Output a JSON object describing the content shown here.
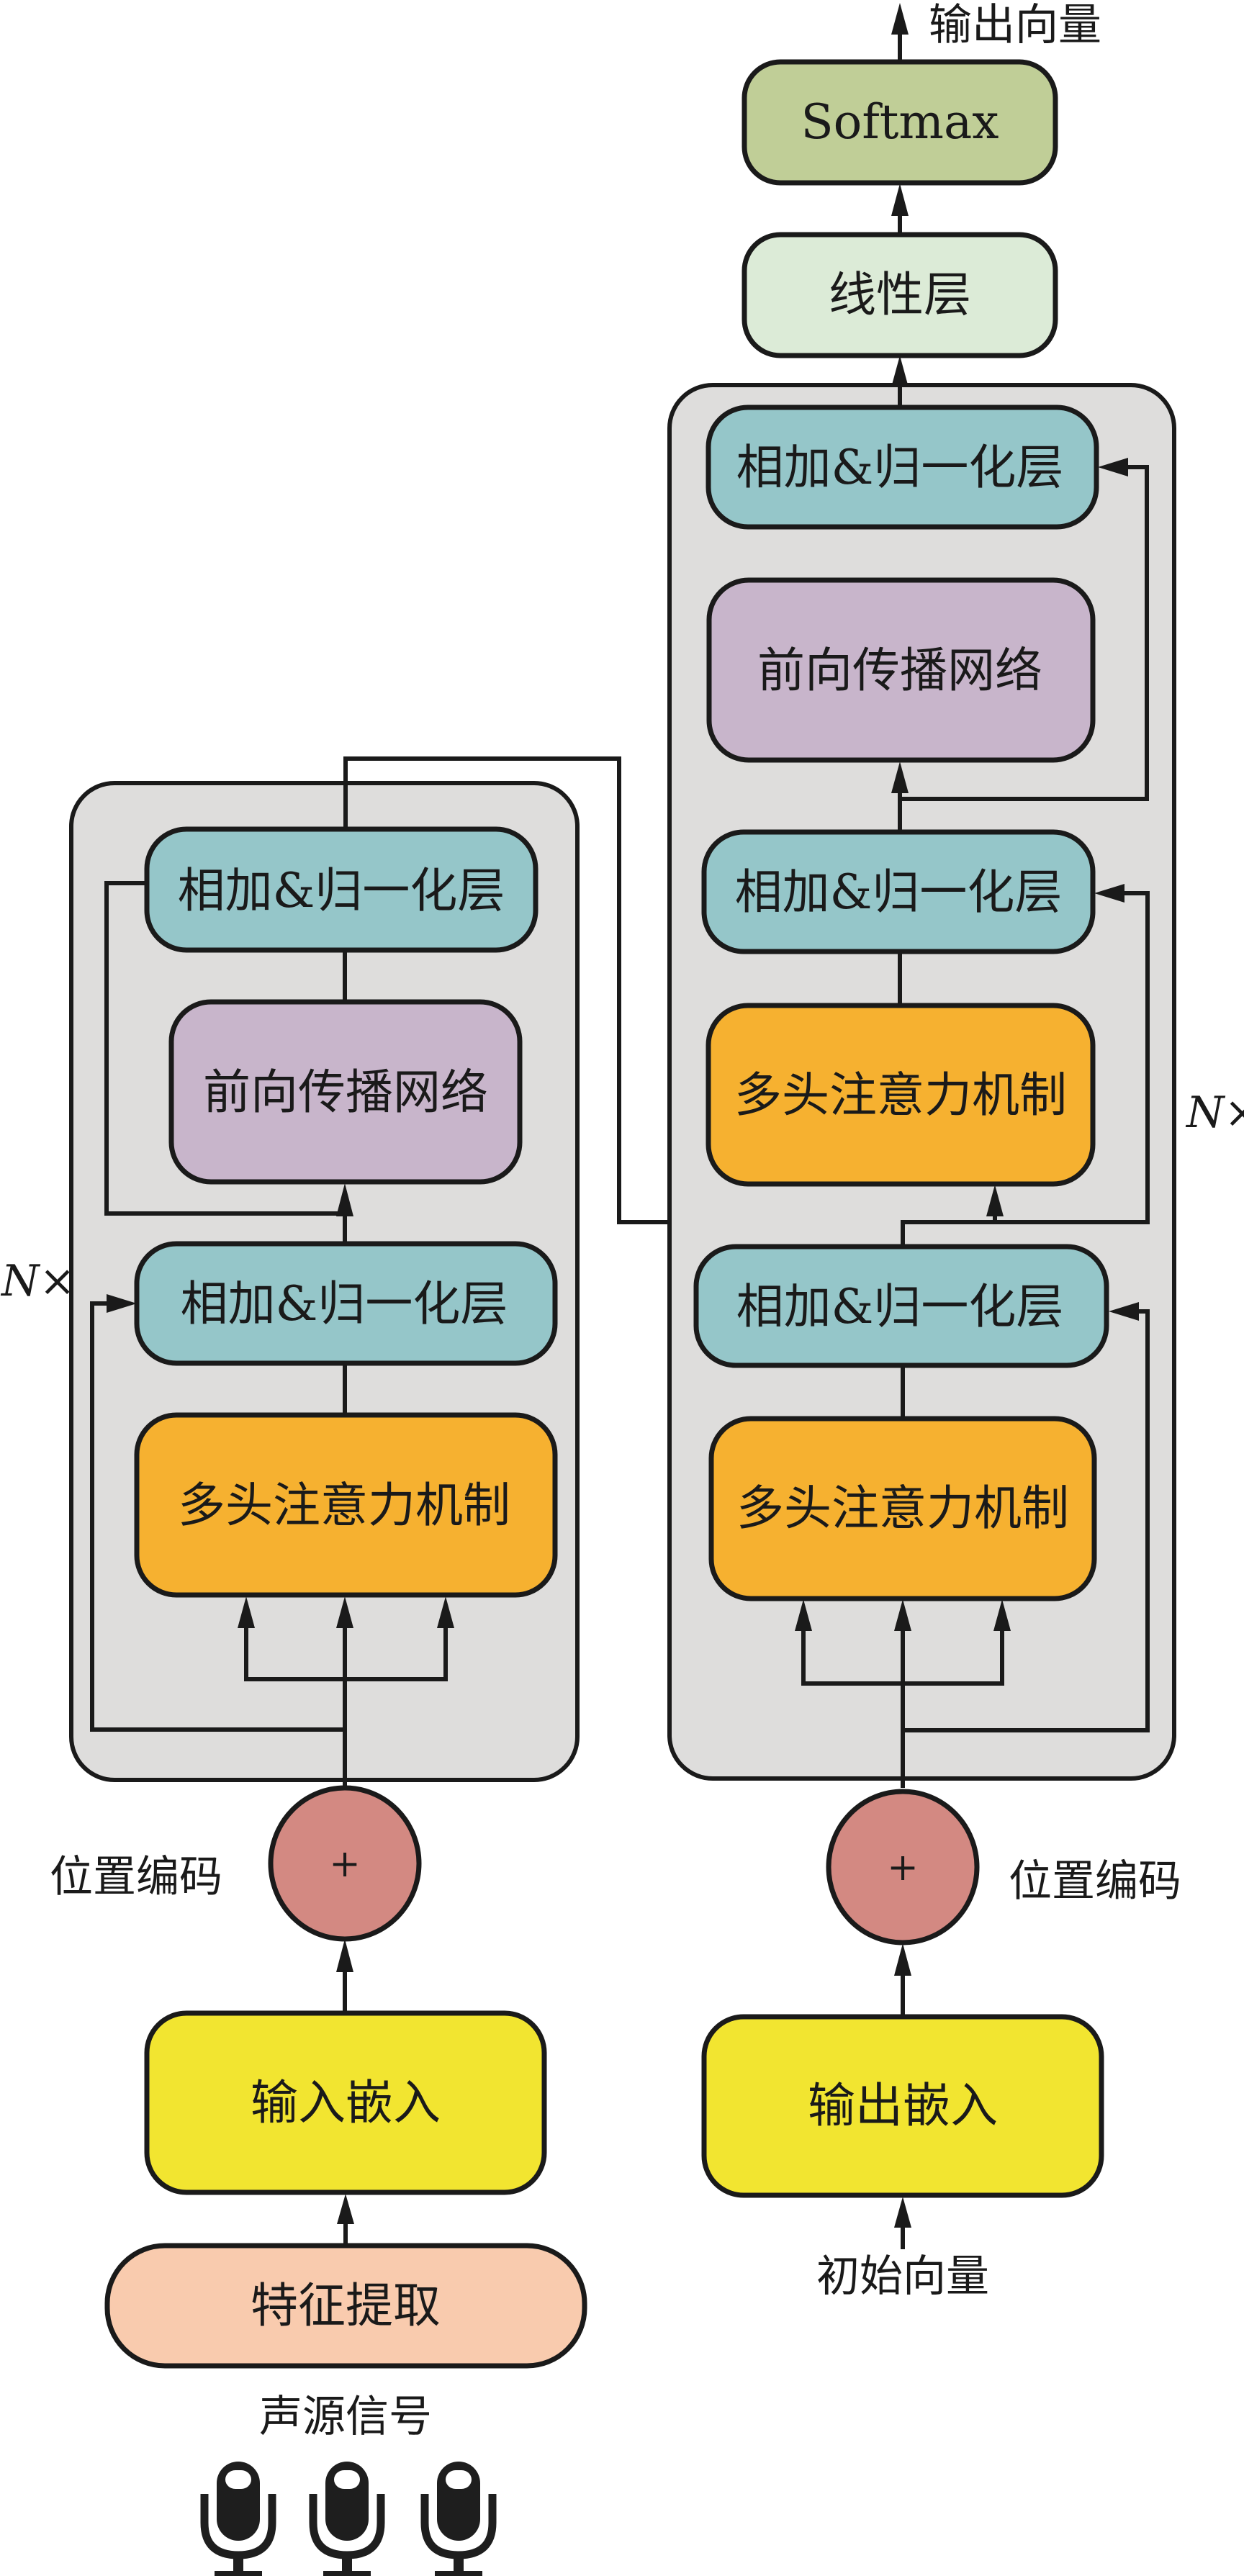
{
  "title": "Transformer 声源信号处理结构图",
  "colors": {
    "add_norm": "#95c6c9",
    "ffn": "#c8b5cb",
    "mha": "#f6b130",
    "embedding": "#f2e530",
    "feature": "#f9cbae",
    "pos_circle": "#d38982",
    "softmax": "#c0ce97",
    "linear": "#dcebd7",
    "panel": "#dedddc",
    "line": "#1a1a1a"
  },
  "encoder": {
    "add_norm_top": "相加&归一化层",
    "ffn": "前向传播网络",
    "add_norm_bottom": "相加&归一化层",
    "mha": "多头注意力机制",
    "repeat": "N×",
    "pos_enc_symbol": "+",
    "pos_enc_label": "位置编码",
    "embedding": "输入嵌入",
    "feature": "特征提取",
    "source_label": "声源信号",
    "mic_icons": [
      "microphone-icon",
      "microphone-icon",
      "microphone-icon"
    ]
  },
  "decoder": {
    "add_norm_3": "相加&归一化层",
    "ffn": "前向传播网络",
    "add_norm_2": "相加&归一化层",
    "cross_mha": "多头注意力机制",
    "add_norm_1": "相加&归一化层",
    "masked_mha": "多头注意力机制",
    "repeat": "N×",
    "pos_enc_symbol": "+",
    "pos_enc_label": "位置编码",
    "embedding": "输出嵌入",
    "input_label": "初始向量"
  },
  "head": {
    "linear": "线性层",
    "softmax": "Softmax",
    "output_label": "输出向量"
  }
}
